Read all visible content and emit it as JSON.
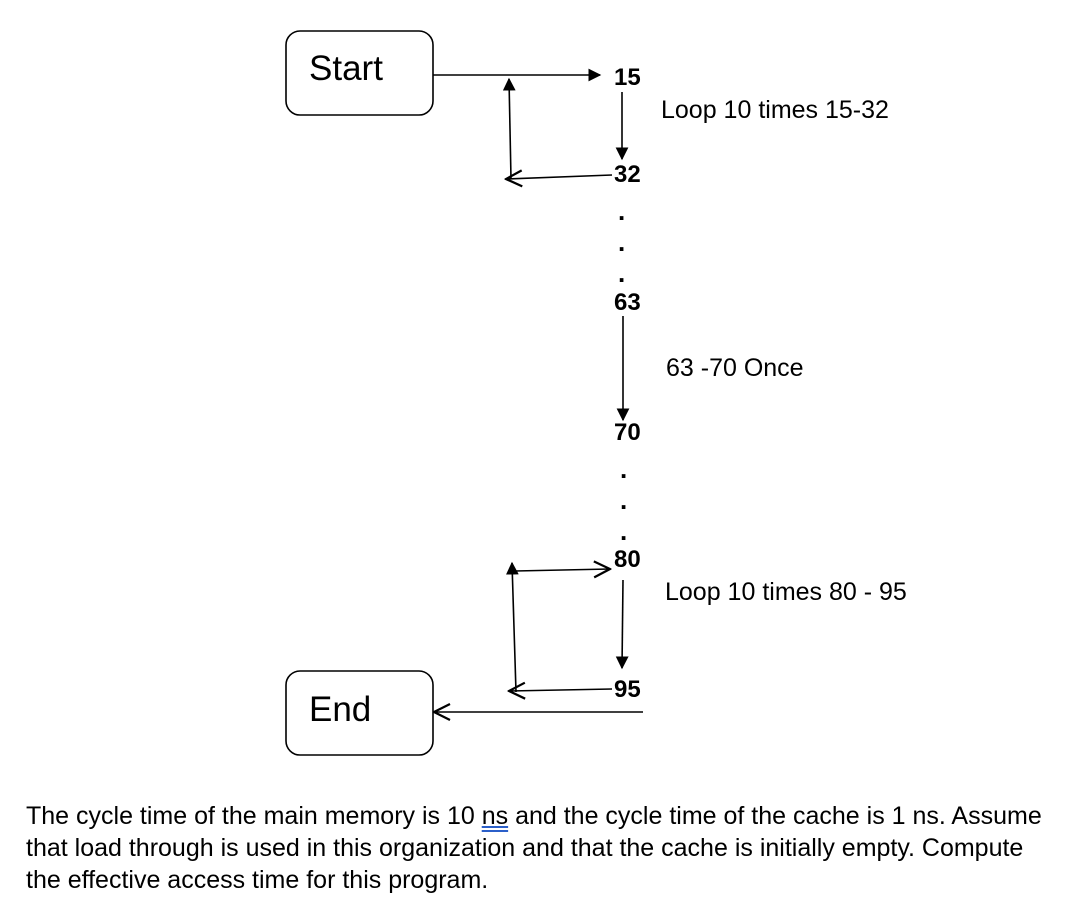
{
  "diagram": {
    "start_label": "Start",
    "end_label": "End",
    "nodes": {
      "n15": "15",
      "n32": "32",
      "n63": "63",
      "n70": "70",
      "n80": "80",
      "n95": "95"
    },
    "dot": ".",
    "annotations": {
      "loop1": "Loop 10 times 15-32",
      "once": "63 -70 Once",
      "loop2": "Loop 10 times 80 - 95"
    }
  },
  "problem": {
    "part1": "The cycle time of the main memory is 10 ",
    "ns_word": "ns",
    "part2": " and the cycle time of the cache is 1 ns. Assume that load through is used in this organization and that the cache is initially empty. Compute the effective access time for this program."
  }
}
